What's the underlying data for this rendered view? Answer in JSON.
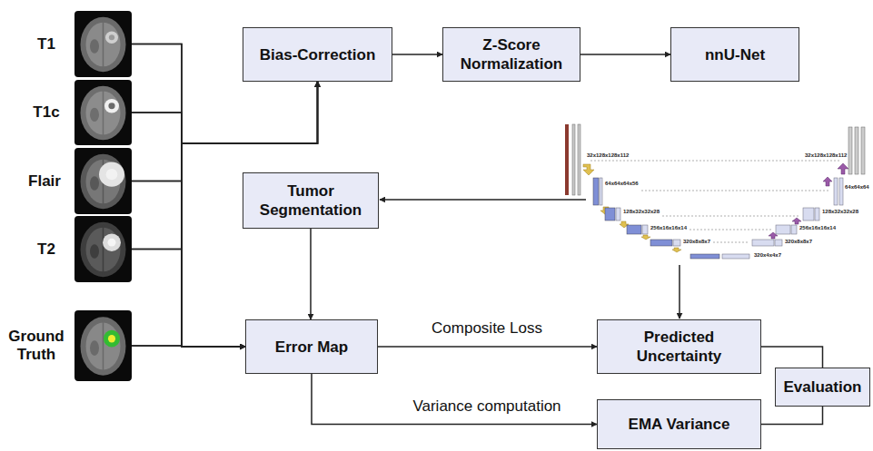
{
  "diagram": {
    "nodes": [
      {
        "text": [
          "T1"
        ]
      },
      {
        "text": [
          "T1c"
        ]
      },
      {
        "text": [
          "Flair"
        ]
      },
      {
        "text": [
          "T2"
        ]
      },
      {
        "text": [
          "Ground Truth"
        ]
      },
      {
        "text": [
          "Bias-Correction"
        ]
      },
      {
        "text": [
          "Z-Score Normalization"
        ]
      },
      {
        "text": [
          "nnU-Net"
        ]
      },
      {
        "text": [
          "Tumor Segmentation"
        ]
      },
      {
        "text": [
          "Error Map"
        ]
      },
      {
        "text": [
          "Predicted Uncertainty"
        ]
      },
      {
        "text": [
          "Evaluation"
        ]
      },
      {
        "text": [
          "EMA Variance"
        ]
      }
    ],
    "edges": [
      {
        "from": 0,
        "to": 5,
        "arrow": "to"
      },
      {
        "from": 1,
        "to": 5,
        "arrow": "to"
      },
      {
        "from": 2,
        "to": 5,
        "arrow": "to"
      },
      {
        "from": 3,
        "to": 5,
        "arrow": "to"
      },
      {
        "from": 4,
        "to": 5,
        "arrow": "to"
      },
      {
        "from": 0,
        "to": 9,
        "arrow": "to"
      },
      {
        "from": 1,
        "to": 9,
        "arrow": "to"
      },
      {
        "from": 2,
        "to": 9,
        "arrow": "to"
      },
      {
        "from": 3,
        "to": 9,
        "arrow": "to"
      },
      {
        "from": 4,
        "to": 9,
        "arrow": "to"
      },
      {
        "from": 5,
        "to": 6,
        "arrow": "to"
      },
      {
        "from": 6,
        "to": 7,
        "arrow": "to"
      },
      {
        "from": 8,
        "to": 9,
        "arrow": "to"
      },
      {
        "from": 9,
        "to": 10,
        "label": "Composite Loss",
        "arrow": "to"
      },
      {
        "from": 9,
        "to": 12,
        "label": "Variance computation",
        "arrow": "to"
      },
      {
        "from": 10,
        "to": 11,
        "arrow": "none"
      },
      {
        "from": 12,
        "to": 11,
        "arrow": "none"
      }
    ],
    "labels": [
      "32x128x128x112",
      "32x128x128x112",
      "64x64x64x56",
      "64x64x64",
      "128x32x32x28",
      "128x32x32x28",
      "256x16x16x14",
      "256x16x16x14",
      "320x8x8x7",
      "320x8x8x7",
      "320x4x4x7"
    ]
  }
}
